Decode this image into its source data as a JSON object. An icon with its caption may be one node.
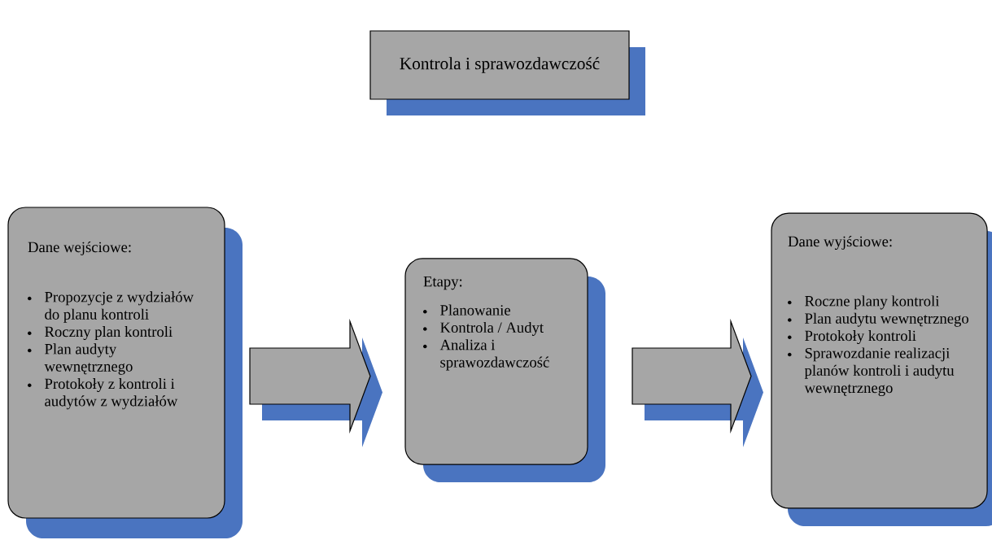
{
  "diagram": {
    "nodes": [
      {
        "text": [
          "Kontrola i sprawozdawczość"
        ]
      },
      {
        "text": [
          "Dane wejściowe:",
          "Propozycje z wydziałów do planu kontroli",
          "Roczny plan kontroli",
          "Plan audyty wewnętrznego",
          "Protokoły z kontroli i audytów z wydziałów"
        ]
      },
      {
        "text": [
          "Etapy:",
          "Planowanie",
          "Kontrola / Audyt",
          "Analiza i sprawozdawczość"
        ]
      },
      {
        "text": [
          "Dane wyjściowe:",
          "Roczne plany kontroli",
          "Plan audytu wewnętrznego",
          "Protokoły kontroli",
          "Sprawozdanie realizacji planów kontroli i audytu wewnętrznego"
        ]
      }
    ],
    "edges": [
      {
        "from": 1,
        "to": 2,
        "arrow": "to"
      },
      {
        "from": 2,
        "to": 3,
        "arrow": "to"
      }
    ]
  }
}
